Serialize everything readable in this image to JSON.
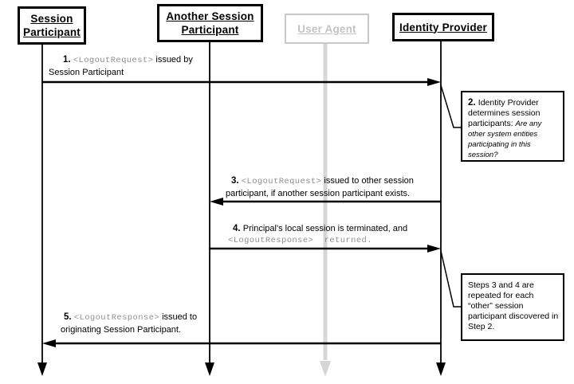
{
  "colors": {
    "line": "#000000",
    "dimmed_border": "#c9c9c9",
    "dimmed_text": "#c2c2c2",
    "dimmed_lifeline": "#d6d6d6",
    "code_text": "#8f8f8f"
  },
  "participants": {
    "session_participant": {
      "line1": "Session",
      "line2": "Participant"
    },
    "another_session_participant": {
      "line1": "Another Session",
      "line2": "Participant"
    },
    "user_agent": {
      "line1": "User Agent"
    },
    "identity_provider": {
      "line1": "Identity Provider"
    }
  },
  "messages": {
    "m1": {
      "num": "1. ",
      "code": "<LogoutRequest>",
      "rest": " issued by",
      "line2": "Session Participant"
    },
    "m3": {
      "num": "3. ",
      "code": "<LogoutRequest>",
      "rest": " issued to other session",
      "line2": "participant, if another session participant exists."
    },
    "m4": {
      "num": "4. ",
      "rest": "Principal's local session is terminated, and",
      "line2_code": "<LogoutResponse>  returned."
    },
    "m5": {
      "num": "5. ",
      "code": "<LogoutResponse>",
      "rest": " issued to",
      "line2": "originating Session Participant."
    }
  },
  "notes": {
    "step2": {
      "num": "2. ",
      "text": "Identity Provider determines session participants: ",
      "question": "Are any other system entities participating in this session?"
    },
    "steps34": {
      "text": "Steps 3 and 4 are repeated for each “other” session participant discovered in Step 2."
    }
  }
}
